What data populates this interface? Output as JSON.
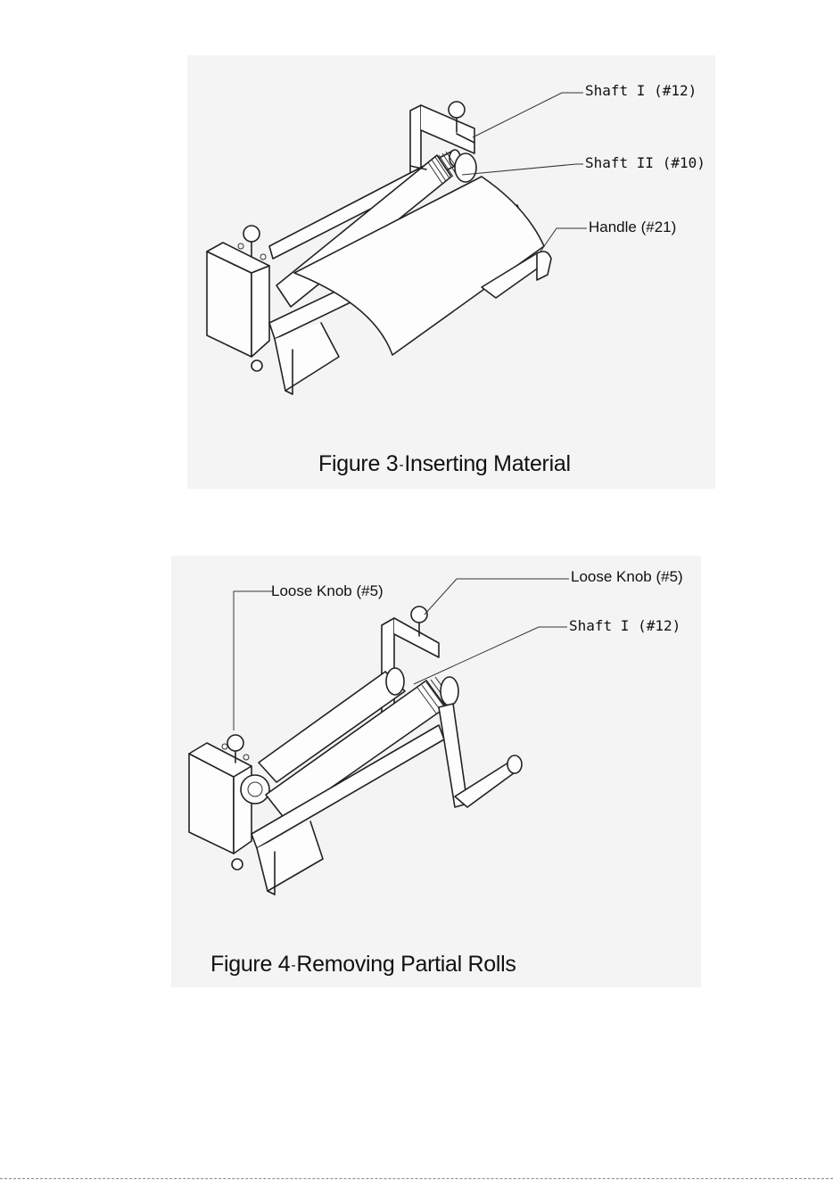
{
  "figure3": {
    "caption_prefix": "Figure 3",
    "caption_sep": "-",
    "caption_text": "Inserting Material",
    "labels": {
      "shaft1": "Shaft I (#12)",
      "shaft2": "Shaft II (#10)",
      "handle": "Handle (#21)"
    }
  },
  "figure4": {
    "caption_prefix": "Figure 4",
    "caption_sep": "-",
    "caption_text": "Removing Partial Rolls",
    "labels": {
      "loose_knob_left": "Loose Knob (#5)",
      "loose_knob_right": "Loose Knob (#5)",
      "shaft1": "Shaft I (#12)"
    }
  }
}
